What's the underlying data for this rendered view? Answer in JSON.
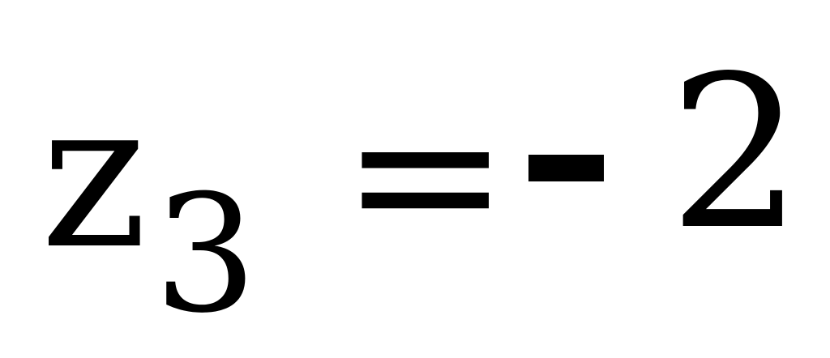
{
  "equation": {
    "variable": "z",
    "subscript": "3",
    "equals_sign": "=",
    "minus_sign": "-",
    "value": "2"
  }
}
